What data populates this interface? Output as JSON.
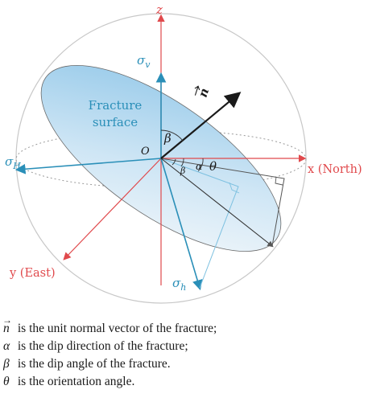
{
  "diagram": {
    "axes": {
      "z": "z",
      "x": "x (North)",
      "y": "y (East)"
    },
    "stress_labels": {
      "sigma_v": {
        "base": "σ",
        "sub": "v"
      },
      "sigma_H": {
        "base": "σ",
        "sub": "H"
      },
      "sigma_h": {
        "base": "σ",
        "sub": "h"
      }
    },
    "surface_label_line1": "Fracture",
    "surface_label_line2": "surface",
    "origin_label": "O",
    "normal_label": "n",
    "angle_beta": "β",
    "angle_beta_small": "β",
    "angle_alpha": "α",
    "angle_theta": "θ",
    "colors": {
      "axis_red": "#e0494c",
      "stress_blue": "#2a8fb8",
      "surface_fill": "#b6d9ef",
      "sphere_gray": "#c8c8c8",
      "text_dark": "#1a1a1a"
    }
  },
  "legend": [
    {
      "symbol": "n",
      "text": " is the unit normal vector of the fracture;"
    },
    {
      "symbol": "α",
      "text": " is the dip direction of the fracture;"
    },
    {
      "symbol": "β",
      "text": " is the dip angle of the fracture."
    },
    {
      "symbol": "θ",
      "text": " is the orientation angle."
    }
  ]
}
